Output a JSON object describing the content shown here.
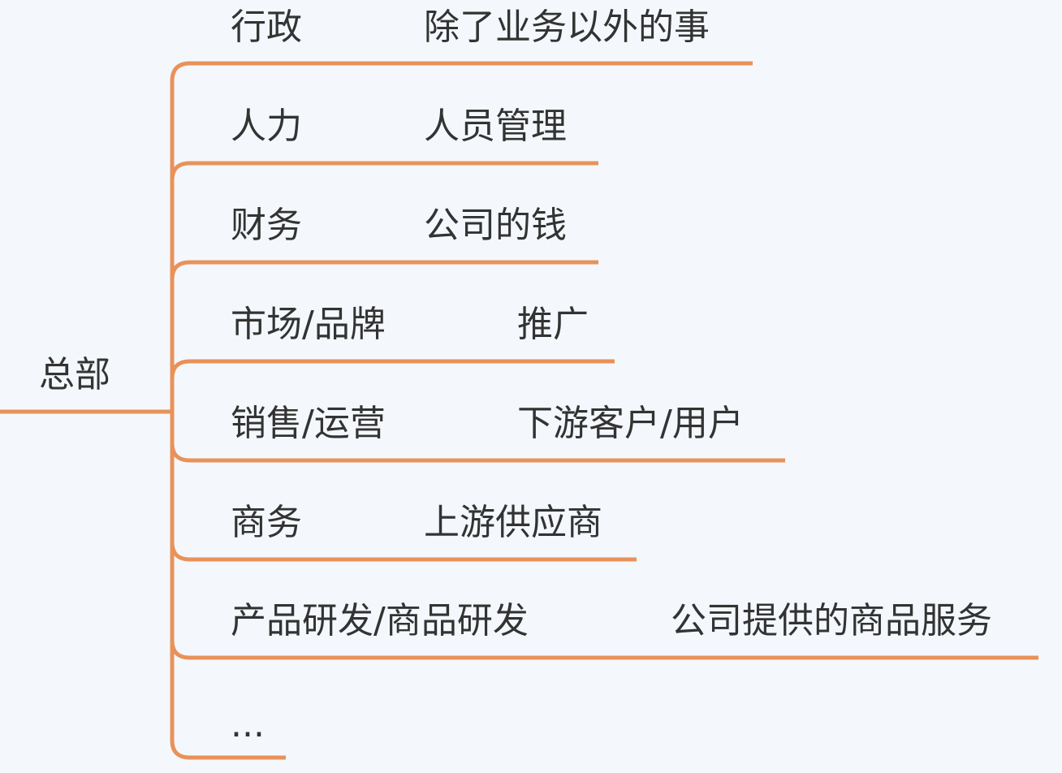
{
  "root": {
    "label": "总部"
  },
  "colors": {
    "background": "#f4f8fc",
    "line": "#e8925a",
    "text": "#333333"
  },
  "branches": [
    {
      "name": "行政",
      "desc": "除了业务以外的事"
    },
    {
      "name": "人力",
      "desc": "人员管理"
    },
    {
      "name": "财务",
      "desc": "公司的钱"
    },
    {
      "name": "市场/品牌",
      "desc": "推广"
    },
    {
      "name": "销售/运营",
      "desc": "下游客户/用户"
    },
    {
      "name": "商务",
      "desc": "上游供应商"
    },
    {
      "name": "产品研发/商品研发",
      "desc": "公司提供的商品服务"
    },
    {
      "name": "...",
      "desc": ""
    }
  ]
}
